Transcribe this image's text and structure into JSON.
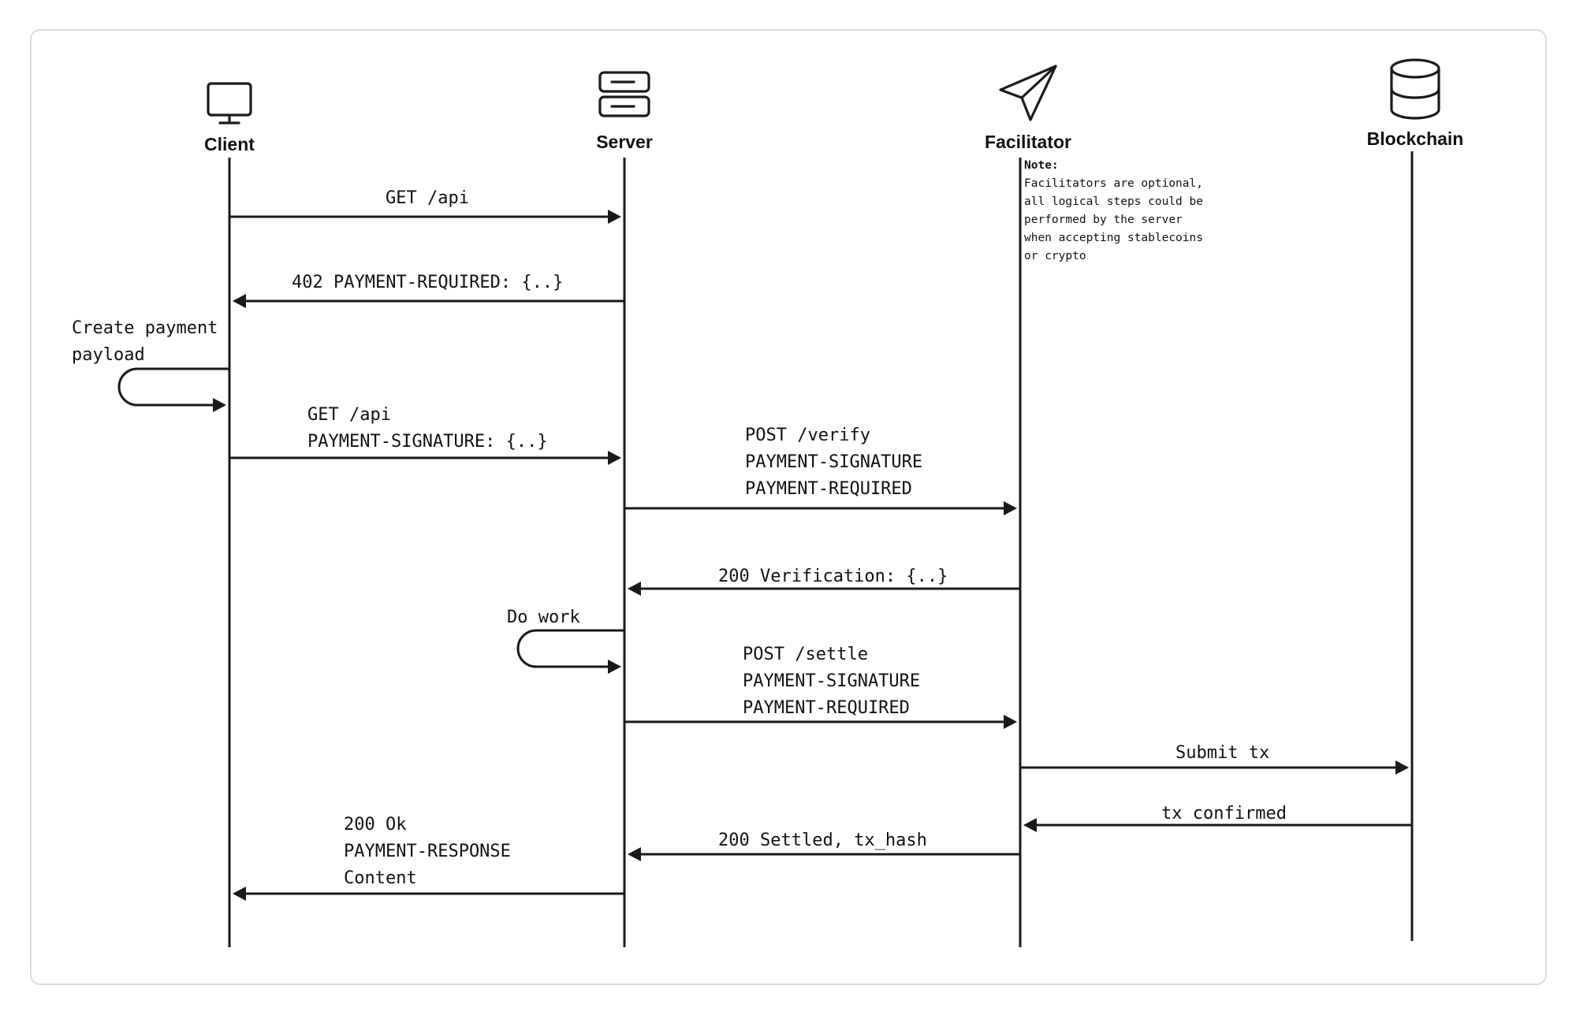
{
  "actors": [
    {
      "id": "client",
      "label": "Client",
      "icon": "monitor-icon"
    },
    {
      "id": "server",
      "label": "Server",
      "icon": "server-icon"
    },
    {
      "id": "facilitator",
      "label": "Facilitator",
      "icon": "paper-plane-icon"
    },
    {
      "id": "blockchain",
      "label": "Blockchain",
      "icon": "database-icon"
    }
  ],
  "note": {
    "attached_to": "facilitator",
    "title": "Note:",
    "lines": [
      "Facilitators are optional,",
      "all logical steps could be",
      "performed by the server",
      "when accepting stablecoins",
      "or crypto"
    ]
  },
  "messages": [
    {
      "from": "client",
      "to": "server",
      "lines": [
        "GET /api"
      ]
    },
    {
      "from": "server",
      "to": "client",
      "lines": [
        "402 PAYMENT-REQUIRED: {..}"
      ]
    },
    {
      "from": "client",
      "to": "client",
      "self": true,
      "lines": [
        "Create payment",
        "payload"
      ]
    },
    {
      "from": "client",
      "to": "server",
      "lines": [
        "GET /api",
        "PAYMENT-SIGNATURE: {..}"
      ]
    },
    {
      "from": "server",
      "to": "facilitator",
      "lines": [
        "POST /verify",
        "PAYMENT-SIGNATURE",
        "PAYMENT-REQUIRED"
      ]
    },
    {
      "from": "facilitator",
      "to": "server",
      "lines": [
        "200 Verification: {..}"
      ]
    },
    {
      "from": "server",
      "to": "server",
      "self": true,
      "lines": [
        "Do work"
      ]
    },
    {
      "from": "server",
      "to": "facilitator",
      "lines": [
        "POST /settle",
        "PAYMENT-SIGNATURE",
        "PAYMENT-REQUIRED"
      ]
    },
    {
      "from": "facilitator",
      "to": "blockchain",
      "lines": [
        "Submit tx"
      ]
    },
    {
      "from": "blockchain",
      "to": "facilitator",
      "lines": [
        "tx confirmed"
      ]
    },
    {
      "from": "facilitator",
      "to": "server",
      "lines": [
        "200 Settled, tx_hash"
      ]
    },
    {
      "from": "server",
      "to": "client",
      "lines": [
        "200 Ok",
        "PAYMENT-RESPONSE",
        "Content"
      ]
    }
  ]
}
